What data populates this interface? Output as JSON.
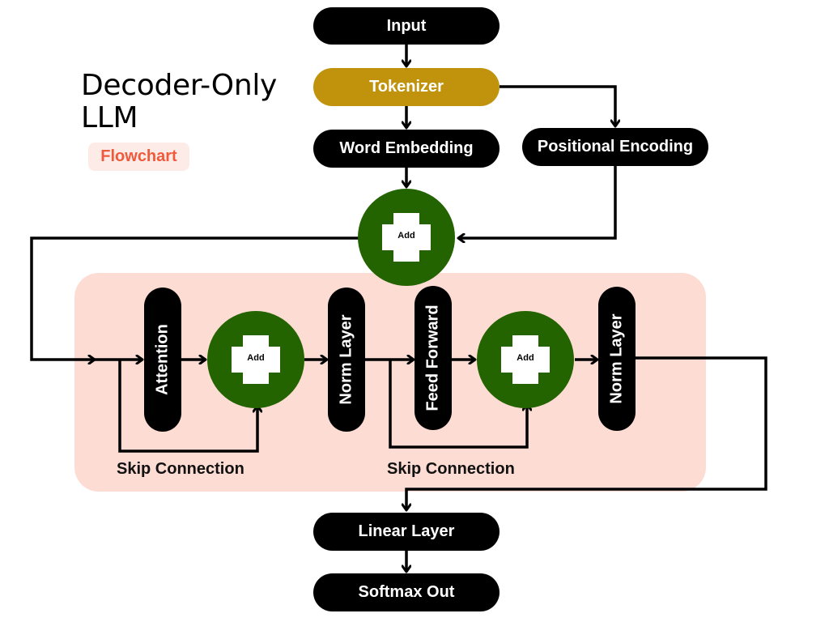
{
  "header": {
    "title_line1": "Decoder-Only",
    "title_line2": "LLM",
    "badge": "Flowchart"
  },
  "colors": {
    "node": "#000000",
    "tokenizer": "#c1920b",
    "add": "#246400",
    "block_background": "#fddcd4",
    "badge_background": "#fdebe7",
    "badge_text": "#f05a3c"
  },
  "nodes": {
    "input": "Input",
    "tokenizer": "Tokenizer",
    "word_embedding": "Word Embedding",
    "positional_encoding": "Positional Encoding",
    "add_embed": "Add",
    "attention": "Attention",
    "add_1": "Add",
    "norm_1": "Norm Layer",
    "feed_forward": "Feed Forward",
    "add_2": "Add",
    "norm_2": "Norm Layer",
    "linear": "Linear Layer",
    "softmax": "Softmax Out"
  },
  "labels": {
    "skip_1": "Skip Connection",
    "skip_2": "Skip Connection"
  },
  "edges": [
    {
      "from": "Input",
      "to": "Tokenizer"
    },
    {
      "from": "Tokenizer",
      "to": "Word Embedding"
    },
    {
      "from": "Tokenizer",
      "to": "Positional Encoding"
    },
    {
      "from": "Word Embedding",
      "to": "Add"
    },
    {
      "from": "Positional Encoding",
      "to": "Add"
    },
    {
      "from": "Add",
      "to": "Attention"
    },
    {
      "from": "Attention",
      "to": "Add (1)"
    },
    {
      "from": "Block input",
      "to": "Add (1)",
      "label": "Skip Connection"
    },
    {
      "from": "Add (1)",
      "to": "Norm Layer (1)"
    },
    {
      "from": "Norm Layer (1)",
      "to": "Feed Forward"
    },
    {
      "from": "Feed Forward",
      "to": "Add (2)"
    },
    {
      "from": "Norm Layer (1)",
      "to": "Add (2)",
      "label": "Skip Connection"
    },
    {
      "from": "Add (2)",
      "to": "Norm Layer (2)"
    },
    {
      "from": "Norm Layer (2)",
      "to": "Linear Layer"
    },
    {
      "from": "Linear Layer",
      "to": "Softmax Out"
    }
  ]
}
